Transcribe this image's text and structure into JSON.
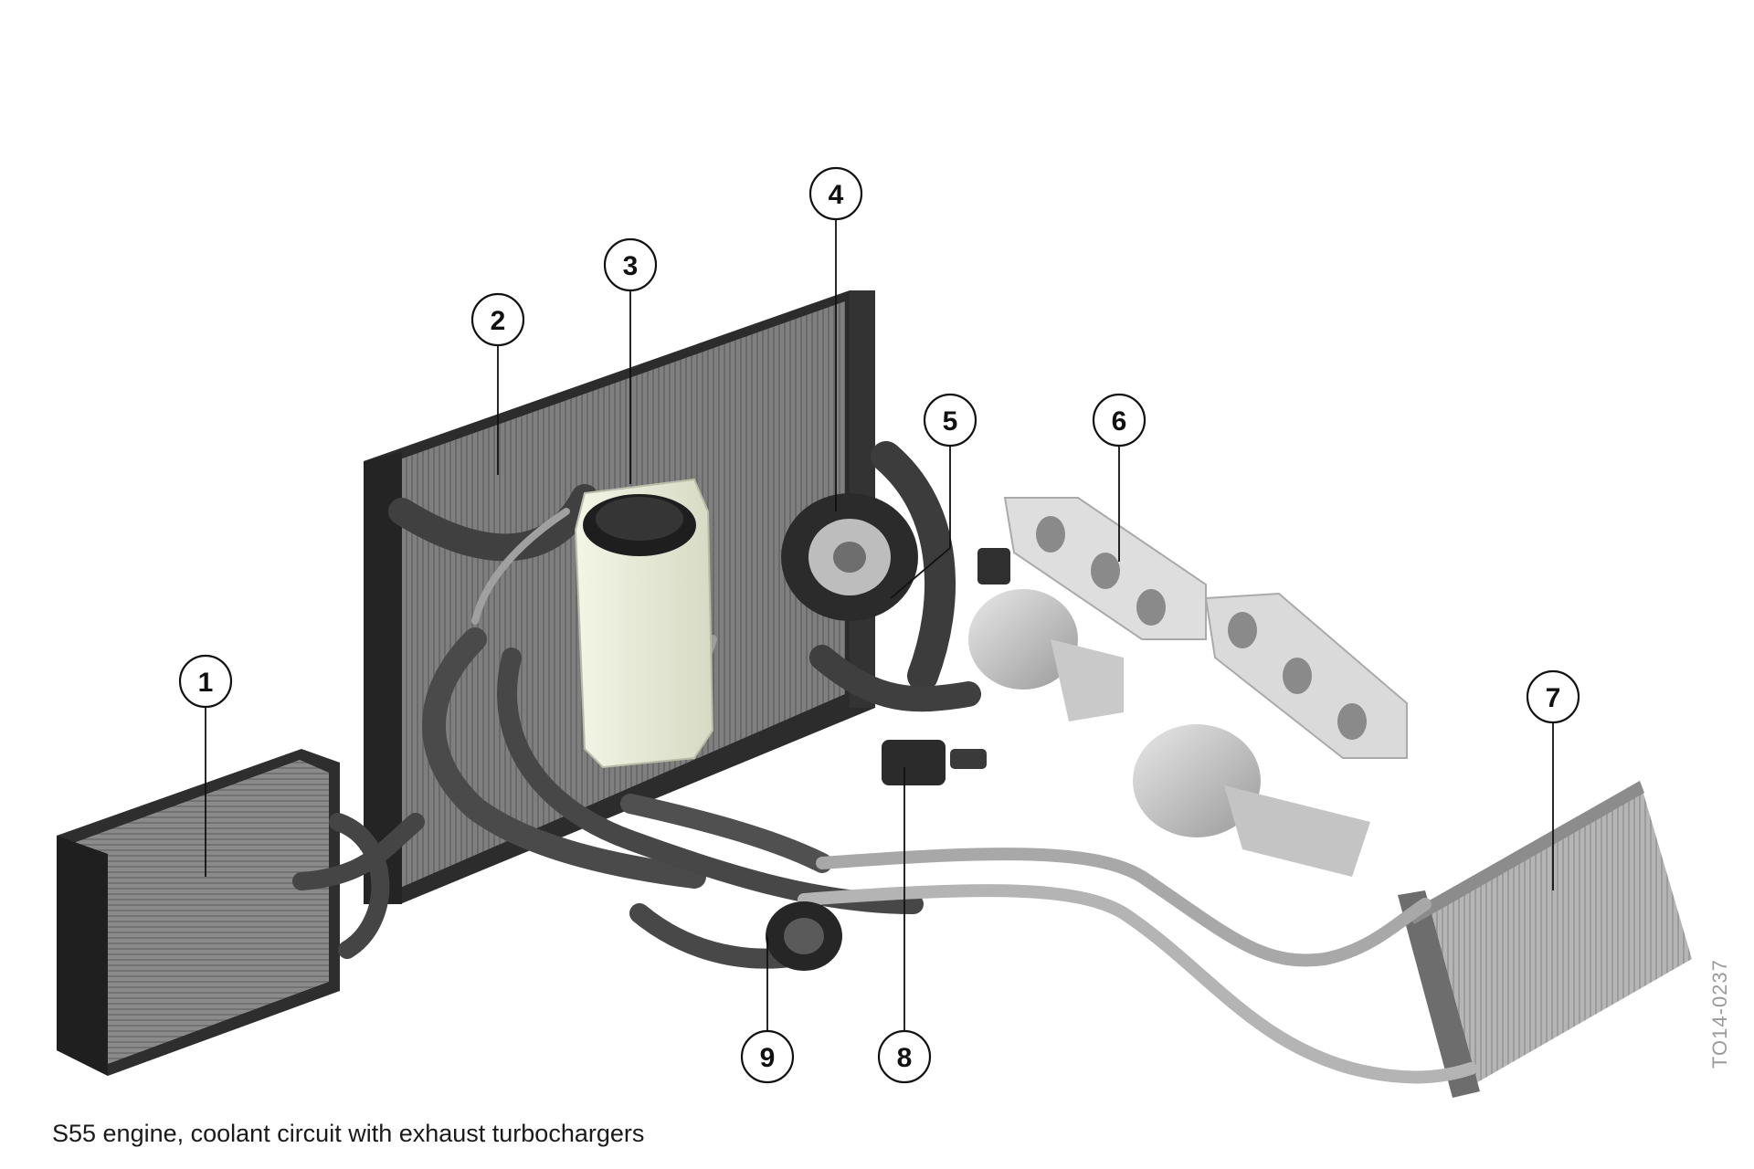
{
  "caption": "S55 engine, coolant circuit with exhaust turbochargers",
  "reference_code": "TO14-0237",
  "callouts": [
    {
      "label": "1"
    },
    {
      "label": "2"
    },
    {
      "label": "3"
    },
    {
      "label": "4"
    },
    {
      "label": "5"
    },
    {
      "label": "6"
    },
    {
      "label": "7"
    },
    {
      "label": "8"
    },
    {
      "label": "9"
    }
  ],
  "colors": {
    "hose": "#4a4a4a",
    "metal_pipe": "#a9a9a9",
    "radiator": "#7d7d7d",
    "reservoir": "#e9ecda",
    "manifold": "#dcdcdc",
    "outline": "#111111"
  }
}
